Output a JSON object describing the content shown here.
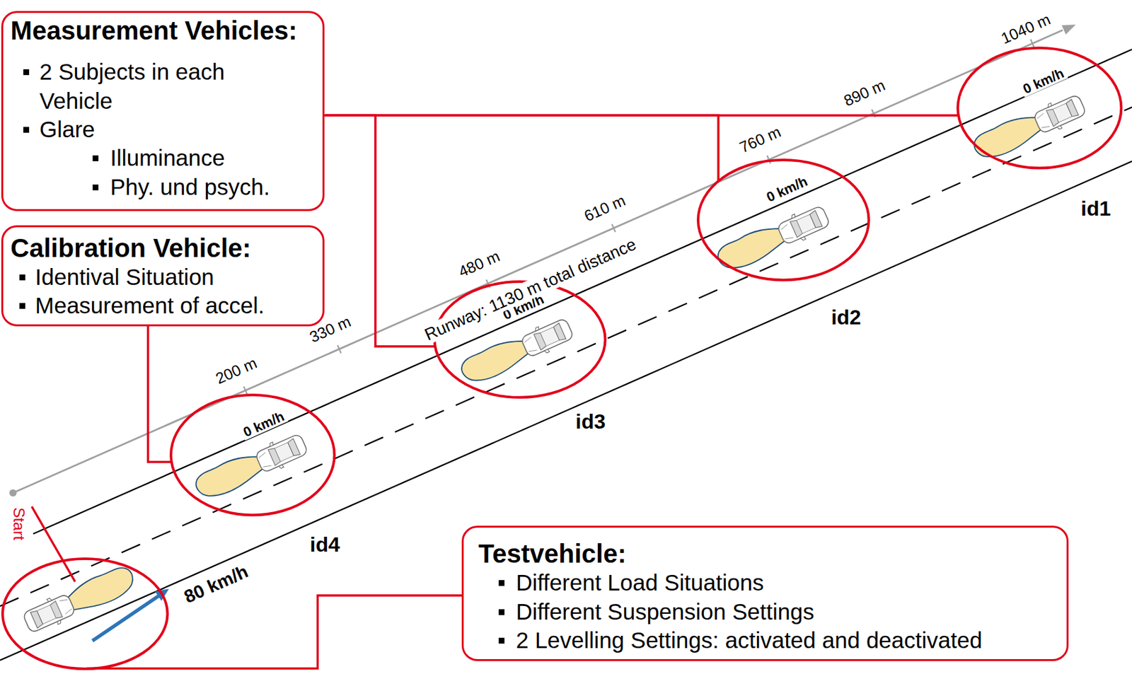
{
  "diagram": {
    "nodes": [
      {
        "text": [
          "Measurement Vehicles:",
          "2 Subjects in each Vehicle",
          "Glare",
          "Illuminance",
          "Phy. und psych."
        ]
      },
      {
        "text": [
          "Calibration Vehicle:",
          "Identival Situation",
          "Measurement of accel."
        ]
      },
      {
        "text": [
          "Testvehicle:",
          "Different Load Situations",
          "Different Suspension Settings",
          "2 Levelling Settings: activated and deactivated"
        ]
      },
      {
        "text": [
          "80 km/h"
        ]
      },
      {
        "text": [
          "0 km/h",
          "id4"
        ]
      },
      {
        "text": [
          "0 km/h",
          "id3"
        ]
      },
      {
        "text": [
          "0 km/h",
          "id2"
        ]
      },
      {
        "text": [
          "0 km/h",
          "id1"
        ]
      }
    ],
    "edges": [
      {
        "from": 0,
        "to": 5,
        "arrow": "none"
      },
      {
        "from": 0,
        "to": 6,
        "arrow": "none"
      },
      {
        "from": 0,
        "to": 7,
        "arrow": "none"
      },
      {
        "from": 1,
        "to": 4,
        "arrow": "none"
      },
      {
        "from": 2,
        "to": 3,
        "arrow": "none"
      }
    ],
    "labels": [
      "Start",
      "200 m",
      "330 m",
      "480 m",
      "610 m",
      "760 m",
      "890 m",
      "1040 m",
      "Runway: 1130 m total distance"
    ]
  }
}
